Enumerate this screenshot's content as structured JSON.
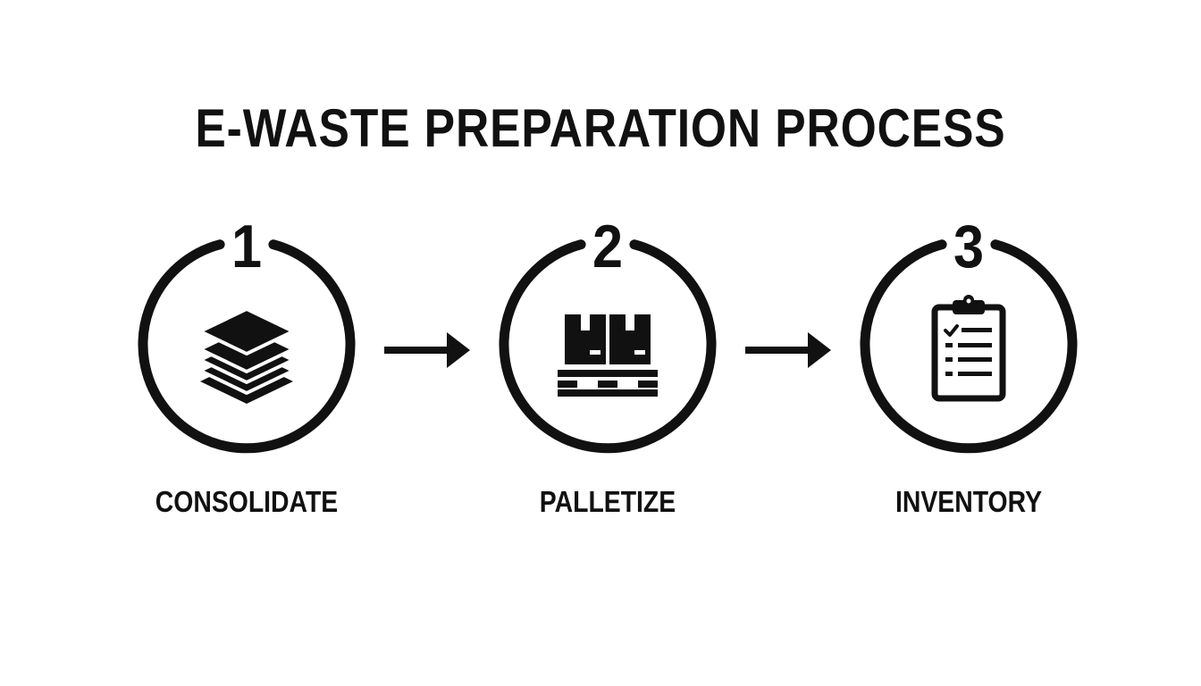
{
  "title": "E-WASTE PREPARATION PROCESS",
  "steps": [
    {
      "number": "1",
      "label": "CONSOLIDATE",
      "icon": "stacked-layers-icon"
    },
    {
      "number": "2",
      "label": "PALLETIZE",
      "icon": "pallet-boxes-icon"
    },
    {
      "number": "3",
      "label": "INVENTORY",
      "icon": "clipboard-checklist-icon"
    }
  ],
  "colors": {
    "ink": "#111111",
    "background": "#ffffff"
  }
}
